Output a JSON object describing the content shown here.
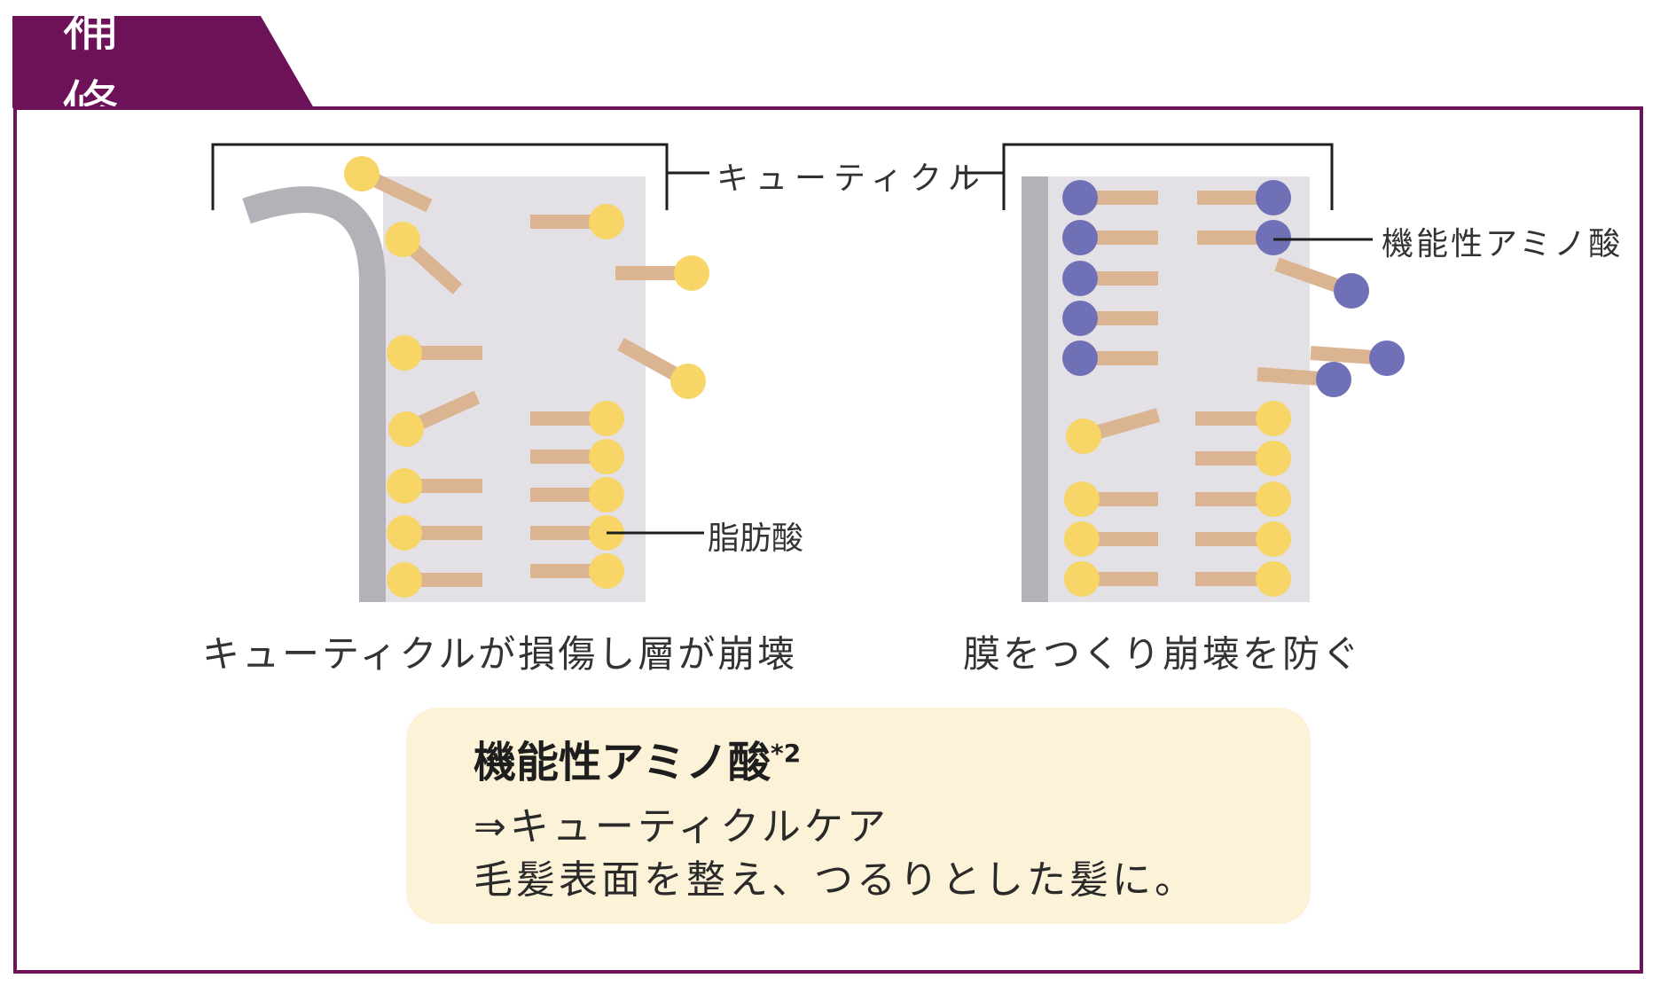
{
  "title": "補修",
  "colors": {
    "accent": "#6d1259",
    "cuticle_gray": "#b5b1b8",
    "cuticle_bg": "#e3e1e5",
    "fatty_acid_head": "#f7d567",
    "tail": "#dbb592",
    "amino_acid_head": "#6f70b6",
    "info_bg": "#fcf2d8"
  },
  "labels": {
    "cuticle": "キューティクル",
    "fatty_acid": "脂肪酸",
    "amino_acid": "機能性アミノ酸"
  },
  "captions": {
    "left": "キューティクルが損傷し層が崩壊",
    "right": "膜をつくり崩壊を防ぐ"
  },
  "info": {
    "title": "機能性アミノ酸",
    "title_superscript": "*2",
    "line1": "⇒キューティクルケア",
    "line2": "毛髪表面を整え、つるりとした髪に。"
  }
}
